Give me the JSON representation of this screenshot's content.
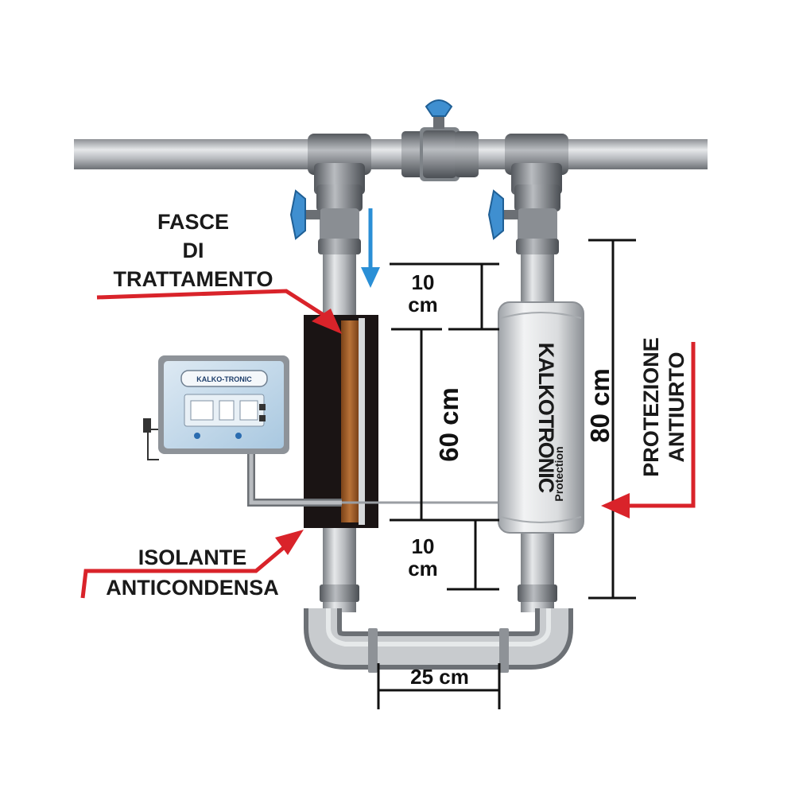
{
  "labels": {
    "treatment_bands": [
      "FASCE",
      "DI",
      "TRATTAMENTO"
    ],
    "insulation": [
      "ISOLANTE",
      "ANTICONDENSA"
    ],
    "impact_protection": [
      "PROTEZIONE",
      "ANTIURTO"
    ]
  },
  "dimensions": {
    "top_gap": [
      "10",
      "cm"
    ],
    "middle_span": "60 cm",
    "bottom_gap": [
      "10",
      "cm"
    ],
    "total_height": "80 cm",
    "pipe_spacing": "25 cm"
  },
  "device": {
    "brand": "KALKOTRONIC",
    "subtitle": "Protection",
    "panel_badge": "KALKO-TRONIC"
  },
  "colors": {
    "pipe": "#b4b7bb",
    "pipe_dark": "#6f7378",
    "accent_red": "#d9232a",
    "flow_blue": "#2a8fd6",
    "valve_handle": "#3f8fd0",
    "insulation": "#1a1414",
    "wrap": "#a8642c",
    "panel_screen": "#cfe4f2",
    "panel_frame": "#8e9399"
  }
}
